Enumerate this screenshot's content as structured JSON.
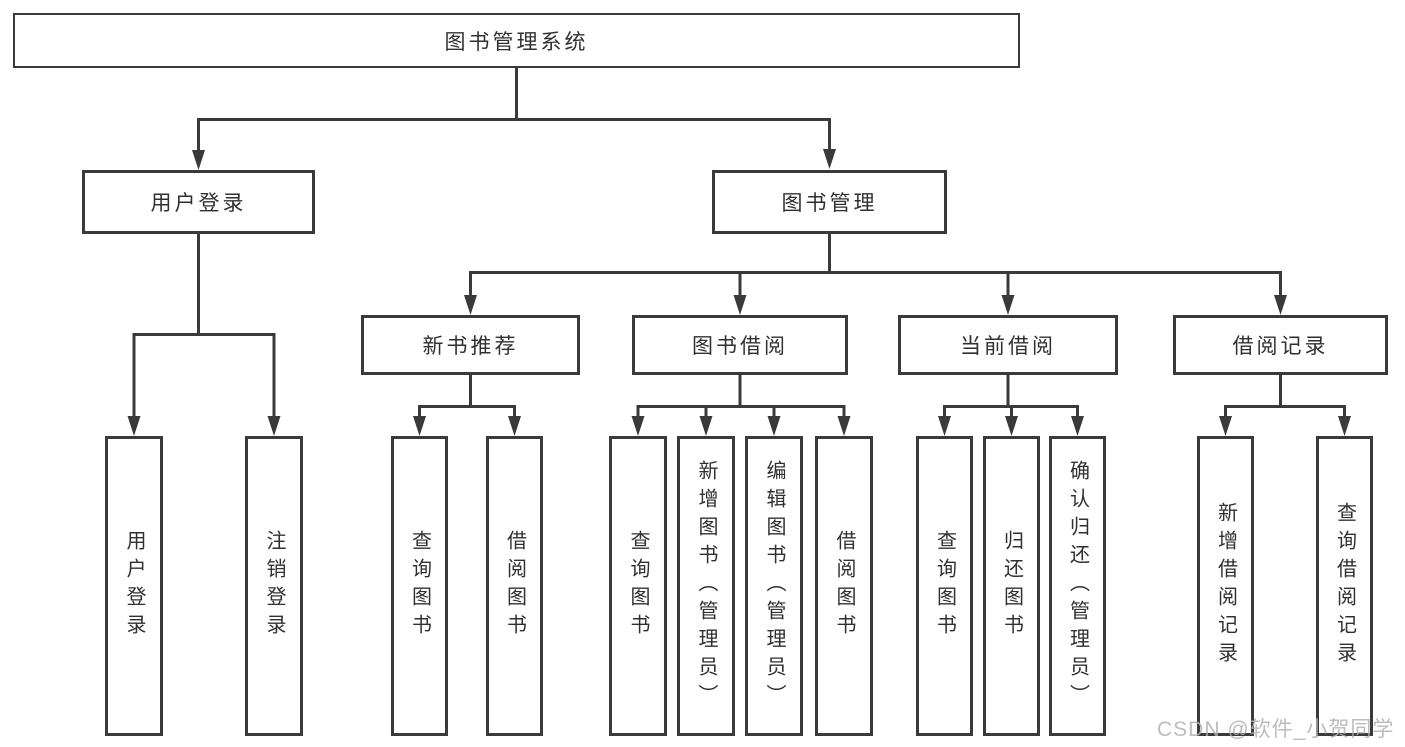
{
  "diagram": {
    "root": {
      "label": "图书管理系统"
    },
    "level2": {
      "user_login": {
        "label": "用户登录"
      },
      "book_management": {
        "label": "图书管理"
      }
    },
    "level3": {
      "new_book_recommend": {
        "label": "新书推荐"
      },
      "book_borrow": {
        "label": "图书借阅"
      },
      "current_borrow": {
        "label": "当前借阅"
      },
      "borrow_record": {
        "label": "借阅记录"
      }
    },
    "leaves": {
      "user_login": {
        "label": "用户登录"
      },
      "logout": {
        "label": "注销登录"
      },
      "newbook_query": {
        "label": "查询图书"
      },
      "newbook_borrow": {
        "label": "借阅图书"
      },
      "borrow_query": {
        "label": "查询图书"
      },
      "borrow_add_admin": {
        "label": "新增图书（管理员）"
      },
      "borrow_edit_admin": {
        "label": "编辑图书（管理员）"
      },
      "borrow_do_borrow": {
        "label": "借阅图书"
      },
      "current_query": {
        "label": "查询图书"
      },
      "current_return": {
        "label": "归还图书"
      },
      "current_confirm_admin": {
        "label": "确认归还（管理员）"
      },
      "record_add": {
        "label": "新增借阅记录"
      },
      "record_query": {
        "label": "查询借阅记录"
      }
    }
  },
  "watermark": {
    "text": "CSDN @软件_小贺同学"
  },
  "colors": {
    "line": "#3a3a3a",
    "text": "#303030",
    "watermark": "#b0b0b0",
    "background": "#ffffff"
  }
}
